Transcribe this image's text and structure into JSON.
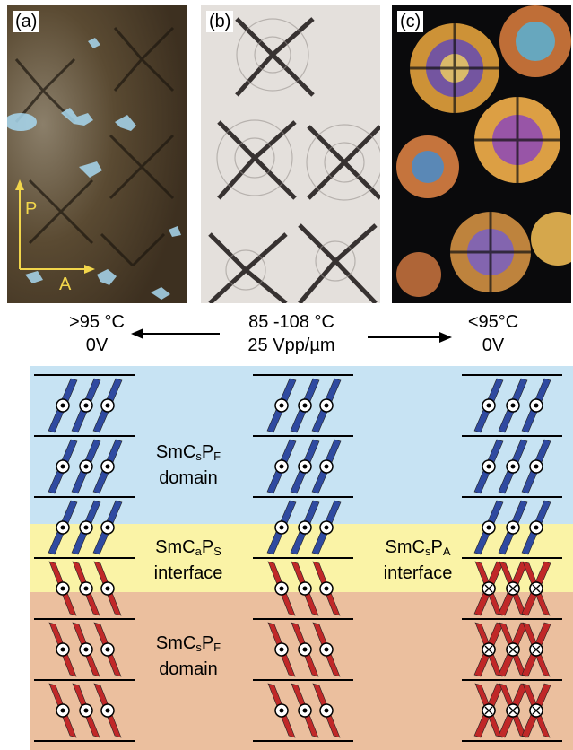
{
  "panels": [
    {
      "label": "(a)"
    },
    {
      "label": "(b)"
    },
    {
      "label": "(c)"
    }
  ],
  "polarizer": {
    "p_label": "P",
    "a_label": "A"
  },
  "conditions": {
    "left": {
      "temp": ">95 °C",
      "voltage": "0V"
    },
    "middle": {
      "temp": "85 -108 °C",
      "voltage": "25 Vpp/µm"
    },
    "right": {
      "temp": "<95°C",
      "voltage": "0V"
    }
  },
  "zones": {
    "top": {
      "phase": "SmCsPF",
      "kind": "domain",
      "color": "#c7e3f3"
    },
    "interface_left": {
      "phase": "SmCaPS",
      "kind": "interface",
      "color": "#faf3a6"
    },
    "interface_right": {
      "phase": "SmCsPA",
      "kind": "interface"
    },
    "bottom": {
      "phase": "SmCsPF",
      "kind": "domain",
      "color": "#ebbf9e"
    }
  },
  "molecule_colors": {
    "blue": "#2f4aa0",
    "red": "#c02828"
  }
}
